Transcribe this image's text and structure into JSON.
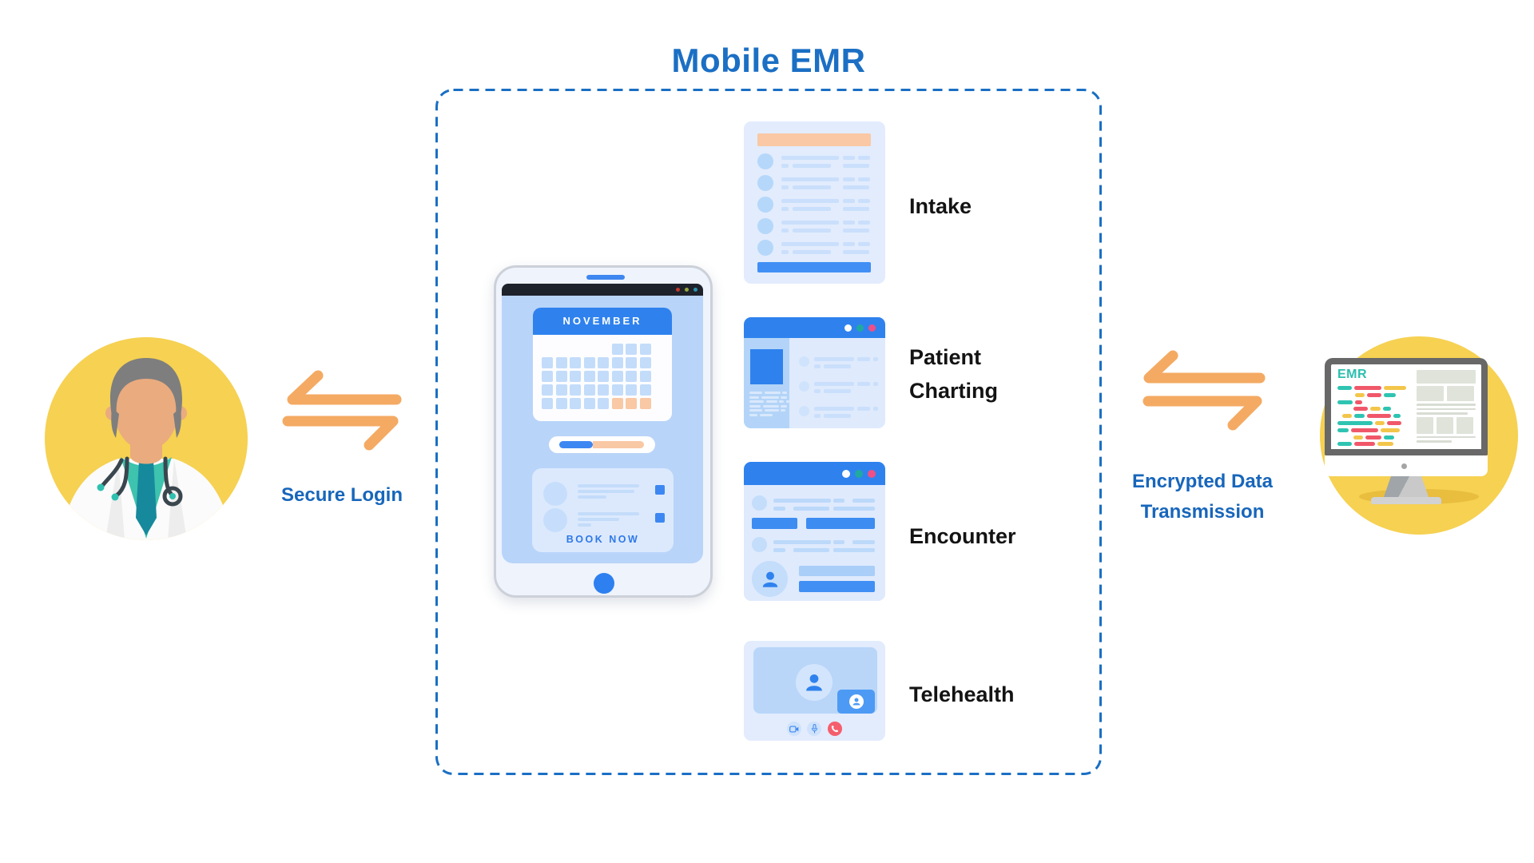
{
  "title": "Mobile EMR",
  "secure_login_label": "Secure Login",
  "encrypted_label_line1": "Encrypted Data",
  "encrypted_label_line2": "Transmission",
  "features": [
    {
      "label": "Intake"
    },
    {
      "label": "Patient Charting"
    },
    {
      "label": "Encounter"
    },
    {
      "label": "Telehealth"
    }
  ],
  "tablet": {
    "month_label": "NOVEMBER",
    "cta_label": "BOOK NOW"
  },
  "monitor": {
    "screen_label": "EMR"
  },
  "colors": {
    "primary_blue": "#2f82ee",
    "title_blue": "#1b6fc4",
    "flow_text_blue": "#1766bb",
    "card_background": "#e2ecfd",
    "peach": "#fac8a4",
    "orange_arrow": "#f4aa63",
    "yellow_circle": "#f6d152",
    "code_teal": "#2fc4b2",
    "code_red": "#f0586a",
    "code_yellow": "#f3c64b",
    "teal_dot": "#1fa9a0",
    "pink_dot": "#ef4f86",
    "phone_red": "#f55f6d"
  },
  "decor": {
    "intake_row_count": 5,
    "charting_row_count": 3,
    "calendar_rows": [
      [
        "",
        "",
        "",
        "",
        "",
        "b",
        "b",
        "b"
      ],
      [
        "b",
        "b",
        "b",
        "b",
        "b",
        "b",
        "b",
        "b"
      ],
      [
        "b",
        "b",
        "b",
        "b",
        "b",
        "b",
        "b",
        "b"
      ],
      [
        "b",
        "b",
        "b",
        "b",
        "b",
        "b",
        "b",
        "b"
      ],
      [
        "b",
        "b",
        "b",
        "b",
        "b",
        "p",
        "p",
        "p"
      ]
    ],
    "code_rows": [
      {
        "s": [
          [
            "t",
            18
          ],
          [
            "r",
            34
          ],
          [
            "y",
            28
          ]
        ]
      },
      {
        "i": 22,
        "s": [
          [
            "y",
            12
          ],
          [
            "r",
            18
          ],
          [
            "t",
            15
          ]
        ]
      },
      {
        "s": [
          [
            "t",
            19
          ],
          [
            "r",
            9
          ]
        ]
      },
      {
        "i": 20,
        "s": [
          [
            "r",
            18
          ],
          [
            "y",
            13
          ],
          [
            "t",
            10
          ]
        ]
      },
      {
        "i": 6,
        "s": [
          [
            "y",
            12
          ],
          [
            "t",
            13
          ],
          [
            "r",
            30
          ],
          [
            "t",
            9
          ]
        ]
      },
      {
        "s": [
          [
            "t",
            44
          ],
          [
            "y",
            12
          ],
          [
            "r",
            18
          ]
        ]
      },
      {
        "s": [
          [
            "t",
            14
          ],
          [
            "r",
            34
          ],
          [
            "y",
            24
          ]
        ]
      },
      {
        "i": 20,
        "s": [
          [
            "y",
            12
          ],
          [
            "r",
            20
          ],
          [
            "t",
            13
          ]
        ]
      },
      {
        "s": [
          [
            "t",
            18
          ],
          [
            "r",
            26
          ],
          [
            "y",
            20
          ]
        ]
      }
    ]
  }
}
